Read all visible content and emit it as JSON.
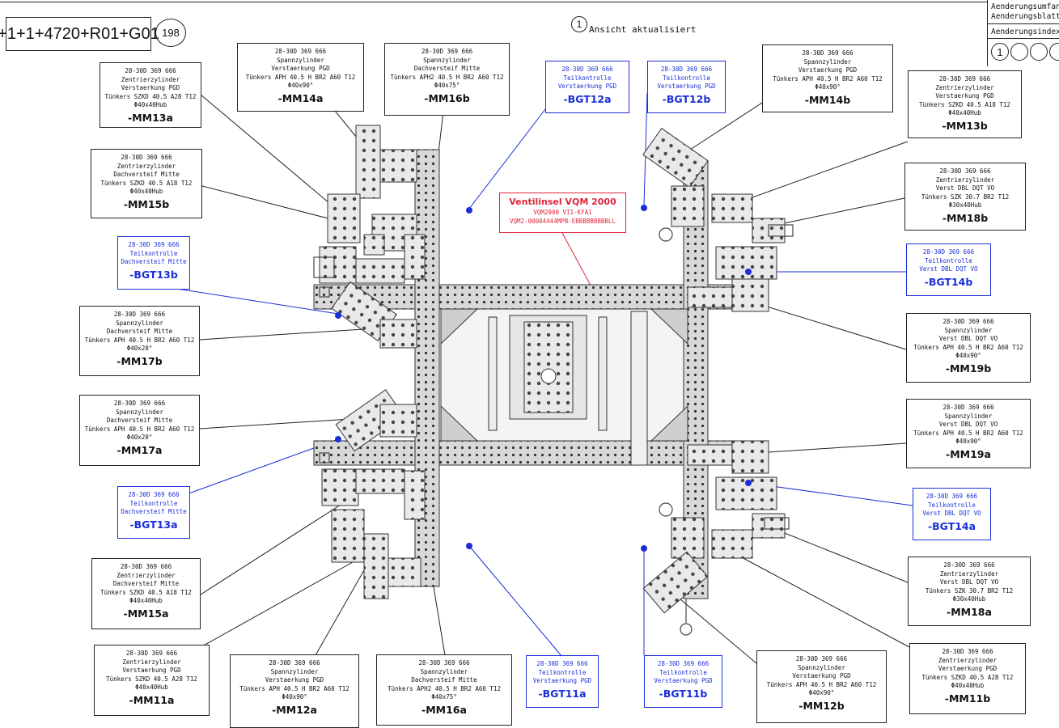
{
  "header": {
    "drawing_id": "+1+1+4720+R01+G01",
    "sheet_number": "198",
    "revision_mark": "1",
    "revision_note": "Ansicht aktualisiert"
  },
  "title_block": {
    "line1": "Aenderungsumfan",
    "line2": "Aenderungsblatt",
    "line3": "Aenderungsindex",
    "index_mark": "1"
  },
  "valve_island": {
    "title": "Ventilinsel VQM 2000",
    "lines": [
      "VQM2000 VI1-KFA1",
      "VQM2-00004444MPB-EBBBBBBBBBLL"
    ]
  },
  "labels": [
    {
      "id": "MM13a",
      "lines": [
        "28-30D 369 666",
        "Zentrierzylinder",
        "Verstaerkung PGD",
        "Tünkers SZKD 40.5 A28 T12",
        "Φ40x40Hub"
      ],
      "tag": "-MM13a"
    },
    {
      "id": "MM14a",
      "lines": [
        "28-30D 369 666",
        "Spannzylinder",
        "Verstaerkung PGD",
        "Tünkers APH 40.5 H BR2 A60 T12",
        "Φ40x90°"
      ],
      "tag": "-MM14a"
    },
    {
      "id": "MM16b",
      "lines": [
        "28-30D 369 666",
        "Spannzylinder",
        "Dachversteif Mitte",
        "Tünkers APH2 40.5 H BR2 A60 T12",
        "Φ40x75°"
      ],
      "tag": "-MM16b"
    },
    {
      "id": "BGT12a",
      "lines": [
        "28-30D 369 666",
        "Teilkontrolle",
        "Verstaerkung PGD"
      ],
      "tag": "-BGT12a"
    },
    {
      "id": "BGT12b",
      "lines": [
        "28-30D 369 666",
        "Teilkontrolle",
        "Verstaerkung PGD"
      ],
      "tag": "-BGT12b"
    },
    {
      "id": "MM14b",
      "lines": [
        "28-30D 369 666",
        "Spannzylinder",
        "Verstaerkung PGD",
        "Tünkers APH 40.5 H BR2 A60 T12",
        "Φ40x90°"
      ],
      "tag": "-MM14b"
    },
    {
      "id": "MM13b",
      "lines": [
        "28-30D 369 666",
        "Zentrierzylinder",
        "Verstaerkung PGD",
        "Tünkers SZKD 40.5 A18 T12",
        "Φ40x40Hub"
      ],
      "tag": "-MM13b"
    },
    {
      "id": "MM15b",
      "lines": [
        "28-30D 369 666",
        "Zentrierzylinder",
        "Dachversteif Mitte",
        "Tünkers SZKD 40.5 A18 T12",
        "Φ40x40Hub"
      ],
      "tag": "-MM15b"
    },
    {
      "id": "MM18b",
      "lines": [
        "28-30D 369 666",
        "Zentrierzylinder",
        "Verst DBL DQT VO",
        "Tünkers SZK 30.7 BR2 T12",
        "Φ30x40Hub"
      ],
      "tag": "-MM18b"
    },
    {
      "id": "BGT13b",
      "lines": [
        "28-30D 369 666",
        "Teilkontrolle",
        "Dachversteif Mitte"
      ],
      "tag": "-BGT13b"
    },
    {
      "id": "BGT14b",
      "lines": [
        "28-30D 369 666",
        "Teilkontrolle",
        "Verst DBL DQT VO"
      ],
      "tag": "-BGT14b"
    },
    {
      "id": "MM17b",
      "lines": [
        "28-30D 369 666",
        "Spannzylinder",
        "Dachversteif Mitte",
        "Tünkers APH 40.5 H BR2 A60 T12",
        "Φ40x20°"
      ],
      "tag": "-MM17b"
    },
    {
      "id": "MM19b",
      "lines": [
        "28-30D 369 666",
        "Spannzylinder",
        "Verst DBL DQT VO",
        "Tünkers APH 40.5 H BR2 A60 T12",
        "Φ40x90°"
      ],
      "tag": "-MM19b"
    },
    {
      "id": "MM17a",
      "lines": [
        "28-30D 369 666",
        "Spannzylinder",
        "Dachversteif Mitte",
        "Tünkers APH 40.5 H BR2 A60 T12",
        "Φ40x20°"
      ],
      "tag": "-MM17a"
    },
    {
      "id": "MM19a",
      "lines": [
        "28-30D 369 666",
        "Spannzylinder",
        "Verst DBL DQT VO",
        "Tünkers APH 40.5 H BR2 A60 T12",
        "Φ40x90°"
      ],
      "tag": "-MM19a"
    },
    {
      "id": "BGT13a",
      "lines": [
        "28-30D 369 666",
        "Teilkontrolle",
        "Dachversteif Mitte"
      ],
      "tag": "-BGT13a"
    },
    {
      "id": "BGT14a",
      "lines": [
        "28-30D 369 666",
        "Teilkontrolle",
        "Verst DBL DQT VO"
      ],
      "tag": "-BGT14a"
    },
    {
      "id": "MM15a",
      "lines": [
        "28-30D 369 666",
        "Zentrierzylinder",
        "Dachversteif Mitte",
        "Tünkers SZKD 40.5 A18 T12",
        "Φ40x40Hub"
      ],
      "tag": "-MM15a"
    },
    {
      "id": "MM18a",
      "lines": [
        "28-30D 369 666",
        "Zentrierzylinder",
        "Verst DBL DQT VO",
        "Tünkers SZK 30.7 BR2 T12",
        "Φ30x40Hub"
      ],
      "tag": "-MM18a"
    },
    {
      "id": "MM11a",
      "lines": [
        "28-30D 369 666",
        "Zentrierzylinder",
        "Verstaerkung PGD",
        "Tünkers SZKD 40.5 A28 T12",
        "Φ40x40Hub"
      ],
      "tag": "-MM11a"
    },
    {
      "id": "MM12a",
      "lines": [
        "28-30D 369 666",
        "Spannzylinder",
        "Verstaerkung PGD",
        "Tünkers APH 40.5 H BR2 A60 T12",
        "Φ40x90°"
      ],
      "tag": "-MM12a"
    },
    {
      "id": "MM16a",
      "lines": [
        "28-30D 369 666",
        "Spannzylinder",
        "Dachversteif Mitte",
        "Tünkers APH2 40.5 H BR2 A60 T12",
        "Φ40x75°"
      ],
      "tag": "-MM16a"
    },
    {
      "id": "BGT11a",
      "lines": [
        "28-30D 369 666",
        "Teilkontrolle",
        "Verstaerkung PGD"
      ],
      "tag": "-BGT11a"
    },
    {
      "id": "BGT11b",
      "lines": [
        "28-30D 369 666",
        "Teilkontrolle",
        "Verstaerkung PGD"
      ],
      "tag": "-BGT11b"
    },
    {
      "id": "MM12b",
      "lines": [
        "28-30D 369 666",
        "Spannzylinder",
        "Verstaerkung PGD",
        "Tünkers APH 40.5 H BR2 A60 T12",
        "Φ40x90°"
      ],
      "tag": "-MM12b"
    },
    {
      "id": "MM11b",
      "lines": [
        "28-30D 369 666",
        "Zentrierzylinder",
        "Verstaerkung PGD",
        "Tünkers SZKD 40.5 A28 T12",
        "Φ40x40Hub"
      ],
      "tag": "-MM11b"
    }
  ],
  "colors": {
    "ink": "#222222",
    "sensor_blue": "#1a2fd8",
    "valve_red": "#e0253b",
    "steel": "#8a8a8a"
  }
}
